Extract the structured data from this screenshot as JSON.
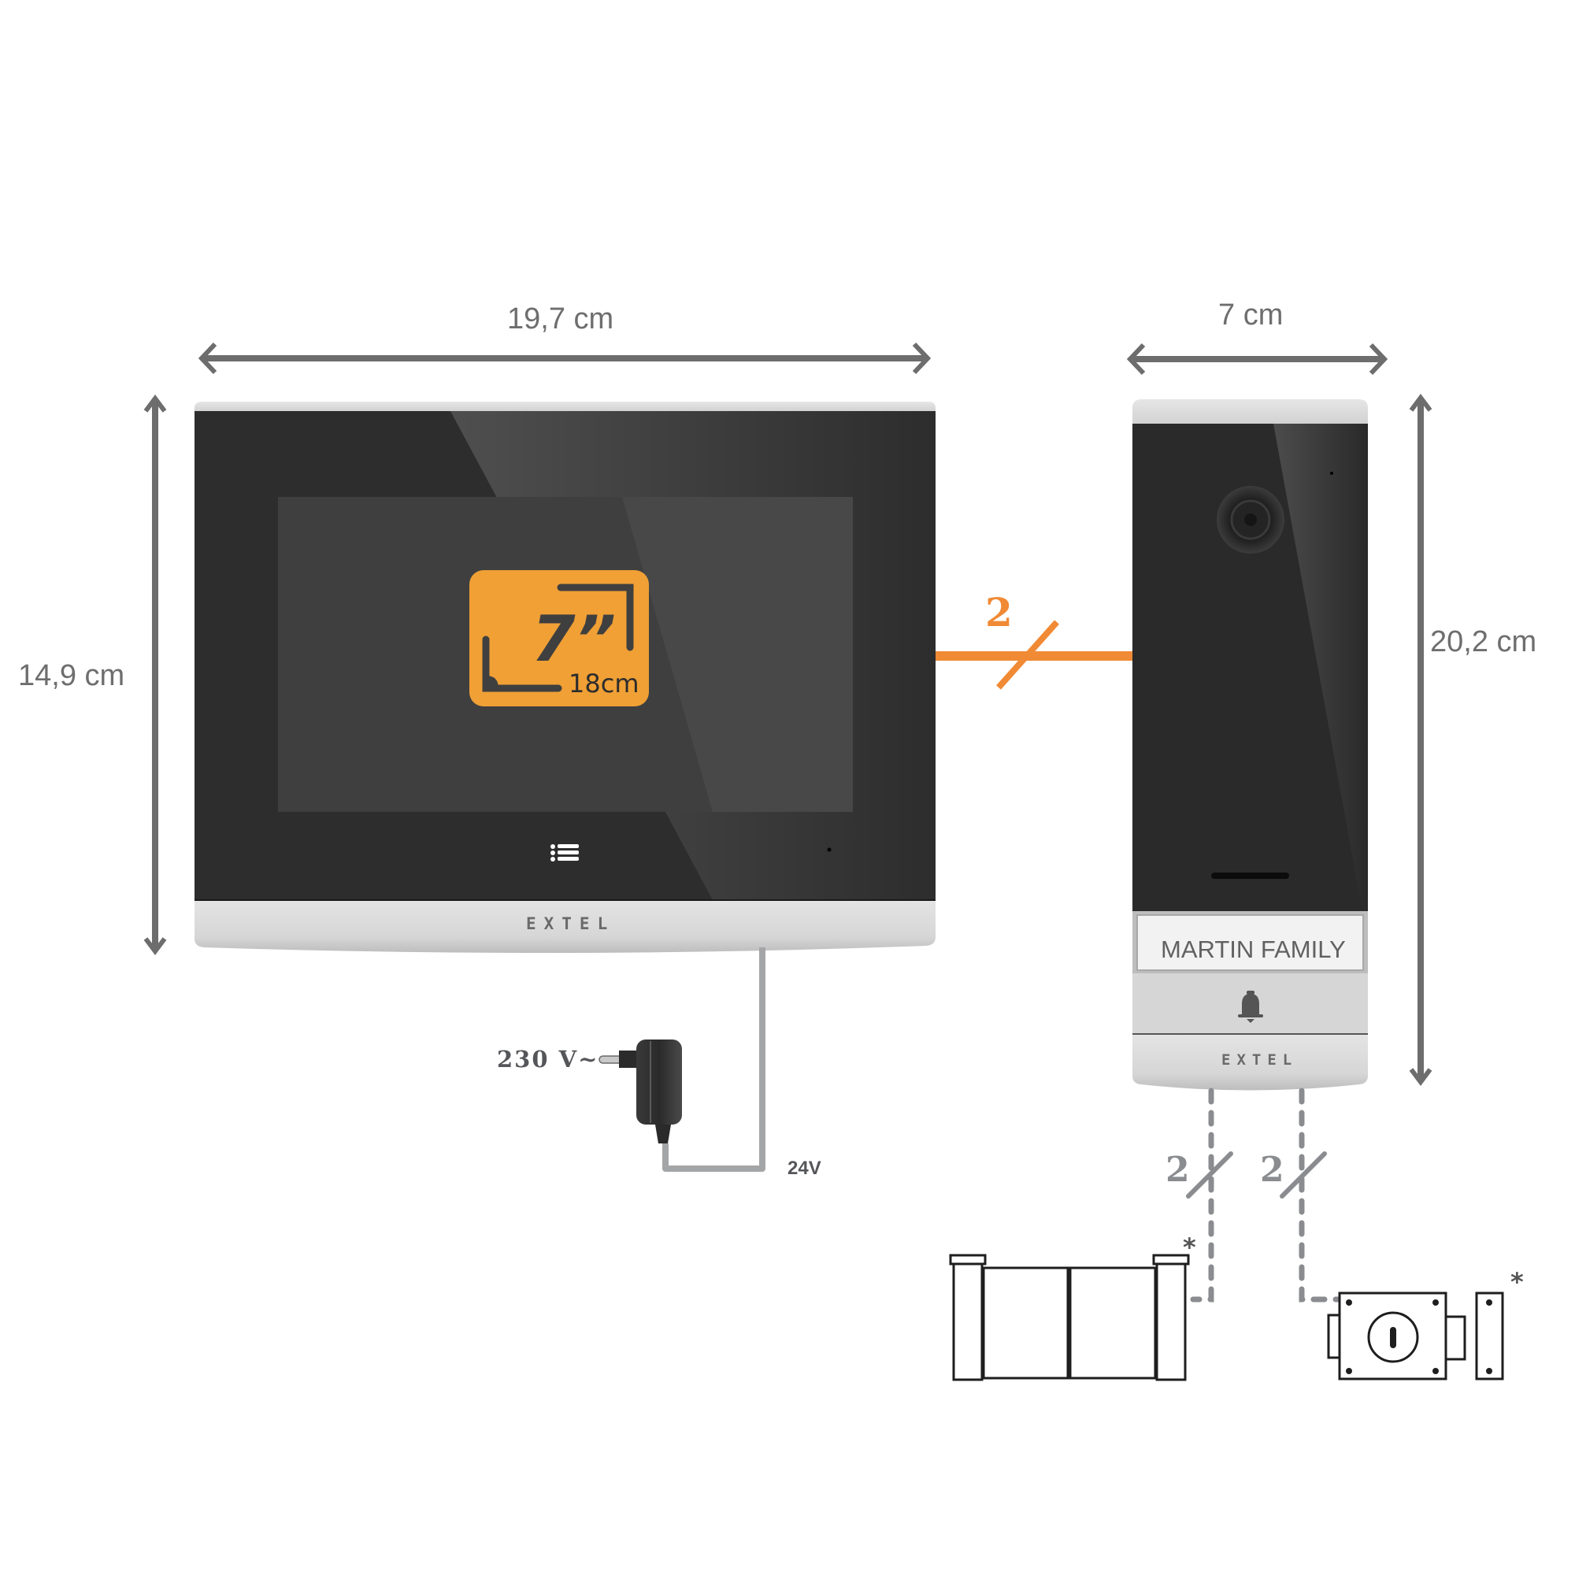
{
  "colors": {
    "dimension": "#6d6d6d",
    "accent_orange": "#f08a35",
    "badge_orange": "#f0a035",
    "bezel": "#2d2d2d",
    "screen": "#3f3f3f",
    "silver": "#dcdcdc",
    "wire_grey": "#8a8c8f",
    "line_black": "#1e1e1e"
  },
  "monitor": {
    "width_label": "19,7 cm",
    "height_label": "14,9 cm",
    "brand": "EXTEL",
    "screen_badge": {
      "size_inches": "7”",
      "size_cm": "18cm"
    },
    "menu_icon": "menu-list-icon"
  },
  "doorbell": {
    "width_label": "7 cm",
    "height_label": "20,2 cm",
    "nameplate": "MARTIN FAMILY",
    "brand": "EXTEL",
    "bell_icon": "bell-icon",
    "camera_icon": "camera-lens-icon"
  },
  "connection": {
    "wires": "2"
  },
  "power": {
    "input_label": "230 V~",
    "output_label": "24V"
  },
  "accessories": {
    "gate": {
      "wires": "2",
      "optional_mark": "*"
    },
    "lock": {
      "wires": "2",
      "optional_mark": "*"
    }
  }
}
